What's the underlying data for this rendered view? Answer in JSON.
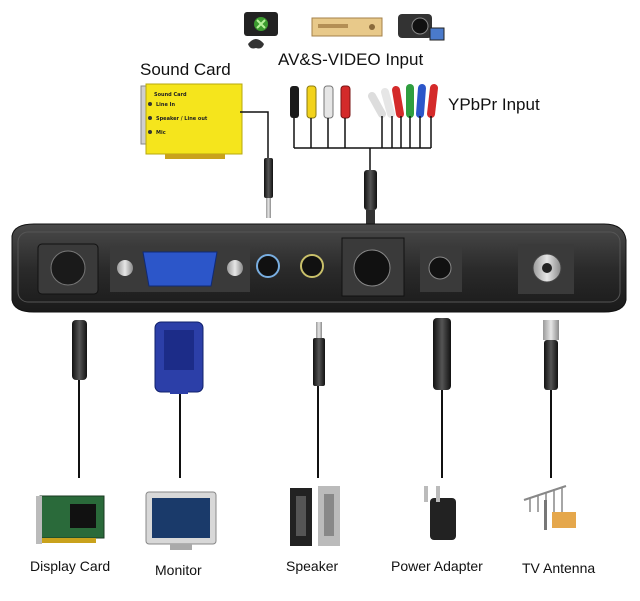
{
  "labels": {
    "sound_card": "Sound Card",
    "av_svideo": "AV&S-VIDEO Input",
    "ypbpr": "YPbPr Input",
    "display_card": "Display Card",
    "monitor": "Monitor",
    "speaker": "Speaker",
    "power_adapter": "Power Adapter",
    "tv_antenna": "TV Antenna"
  },
  "sound_card_board": {
    "line1": "Sound Card",
    "line2": "Line In",
    "line3": "Speaker / Line out",
    "line4": "Mic"
  },
  "colors": {
    "box_body": "#2b2b2b",
    "sound_card": "#f5e51c",
    "rca_yellow": "#f2d21b",
    "rca_white": "#e6e6e6",
    "rca_red": "#d42a2a",
    "ypbpr_green": "#2f9e3f",
    "ypbpr_blue": "#2c56c9",
    "vga_blue": "#2c3fa8"
  },
  "icons": [
    "xbox-console-icon",
    "dvd-player-icon",
    "camcorder-icon",
    "display-card-icon",
    "monitor-icon",
    "speaker-icon",
    "power-adapter-icon",
    "tv-antenna-icon"
  ]
}
